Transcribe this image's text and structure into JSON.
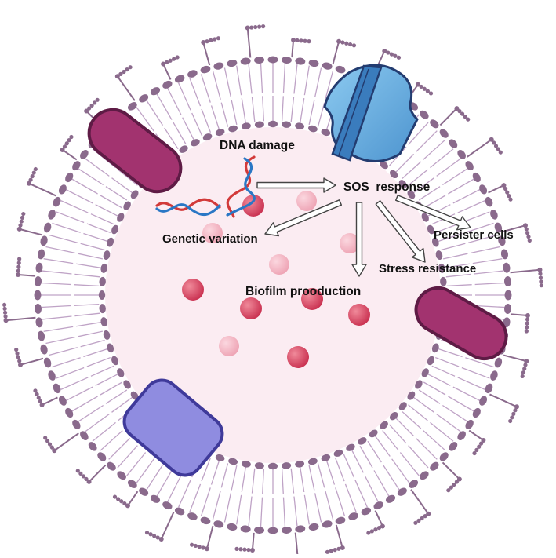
{
  "labels": {
    "dna_damage": "DNA damage",
    "sos_response": "SOS  response",
    "genetic_variation": "Genetic variation",
    "biofilm_production": "Biofilm prooduction",
    "stress_resistance": "Stress resistance",
    "persister_cells": "Persister cells"
  },
  "colors": {
    "membrane": "#8a6a8c",
    "cytoplasm": "#fbecf2",
    "lipid_tail": "#bfa3c6",
    "transporter": "#6aaee0",
    "membrane_protein": "#a2336f",
    "porin": "#8f8ce0",
    "molecule_dark": "#d8465d",
    "molecule_light": "#f2b3c2",
    "dna_red": "#d23a3a",
    "dna_blue": "#2a77c5"
  },
  "icons": [
    "cell-membrane",
    "dna-helix-icon",
    "transporter-channel-icon",
    "membrane-protein-icon",
    "porin-icon",
    "molecule-icon",
    "arrow-icon"
  ]
}
